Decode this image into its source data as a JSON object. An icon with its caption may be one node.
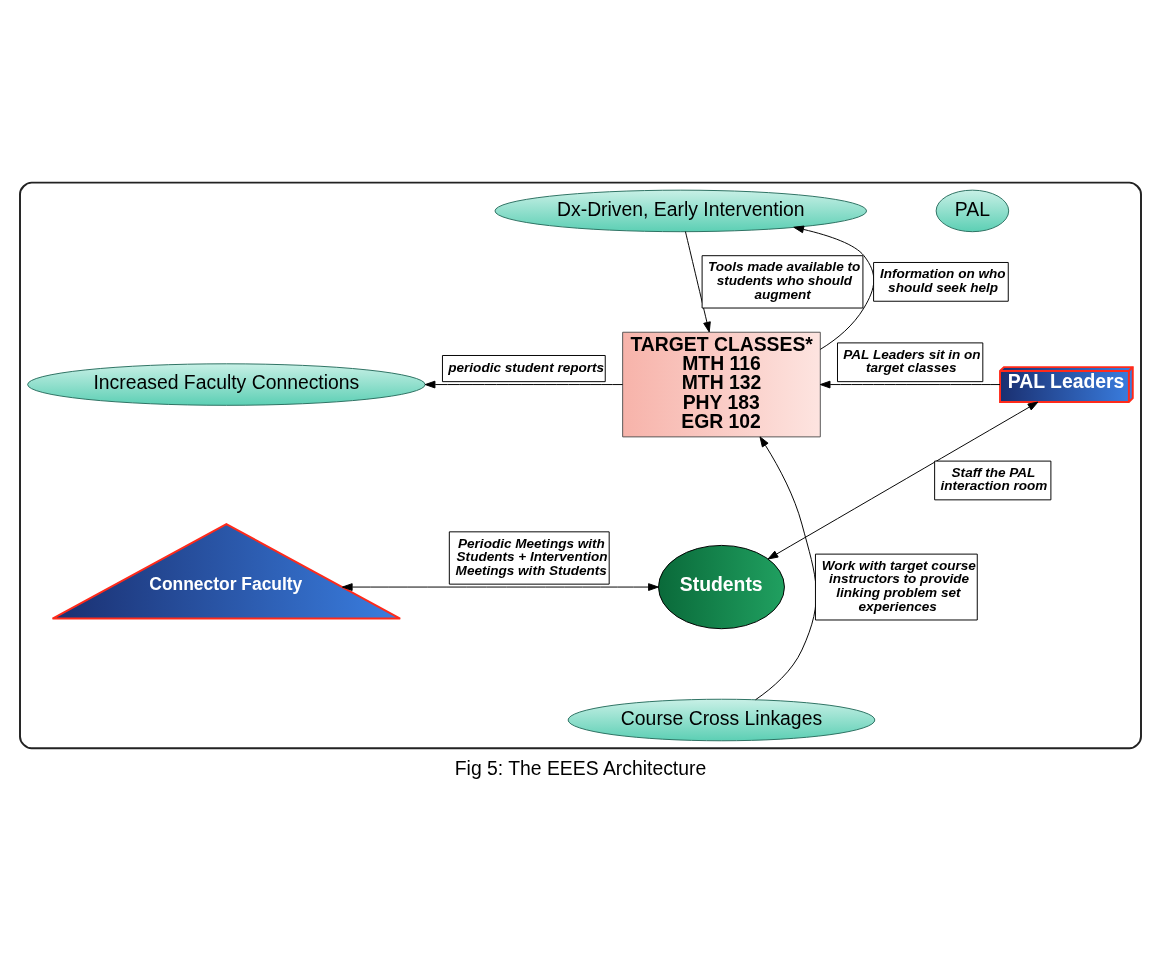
{
  "diagram": {
    "caption": "Fig 5: The EEES Architecture",
    "nodes": [
      {
        "text": [],
        "shape": "box"
      },
      {
        "text": [
          "Dx-Driven, Early Intervention"
        ],
        "in": 0
      },
      {
        "text": [
          "Increased Faculty Connections"
        ],
        "in": 0
      },
      {
        "text": [
          "TARGET CLASSES*",
          "MTH 116",
          "MTH 132",
          "PHY 183",
          "EGR 102"
        ],
        "in": 0
      },
      {
        "text": [
          "PAL"
        ],
        "in": 0
      },
      {
        "text": [
          "PAL Leaders"
        ],
        "in": 0
      },
      {
        "text": [
          "Connector Faculty"
        ],
        "in": 0
      },
      {
        "text": [
          "Students"
        ],
        "in": 0
      },
      {
        "text": [
          "Course Cross Linkages"
        ],
        "in": 0
      }
    ],
    "edges": [
      {
        "from": 3,
        "to": 1,
        "arrow": "to",
        "label": "Information on who should seek help"
      },
      {
        "from": 1,
        "to": 3,
        "arrow": "to",
        "label": "Tools made available to students who should augment"
      },
      {
        "from": 3,
        "to": 2,
        "arrow": "to",
        "label": "periodic student reports"
      },
      {
        "from": 5,
        "to": 3,
        "arrow": "to",
        "label": "PAL Leaders sit in on target classes"
      },
      {
        "from": 7,
        "to": 5,
        "arrow": "both",
        "label": "Staff the PAL interaction room"
      },
      {
        "from": 6,
        "to": 7,
        "arrow": "both",
        "label": "Periodic Meetings with Students + Intervention Meetings with Students"
      },
      {
        "from": 8,
        "to": 3,
        "arrow": "to",
        "label": "Work with target course instructors to provide linking problem set experiences"
      }
    ]
  }
}
